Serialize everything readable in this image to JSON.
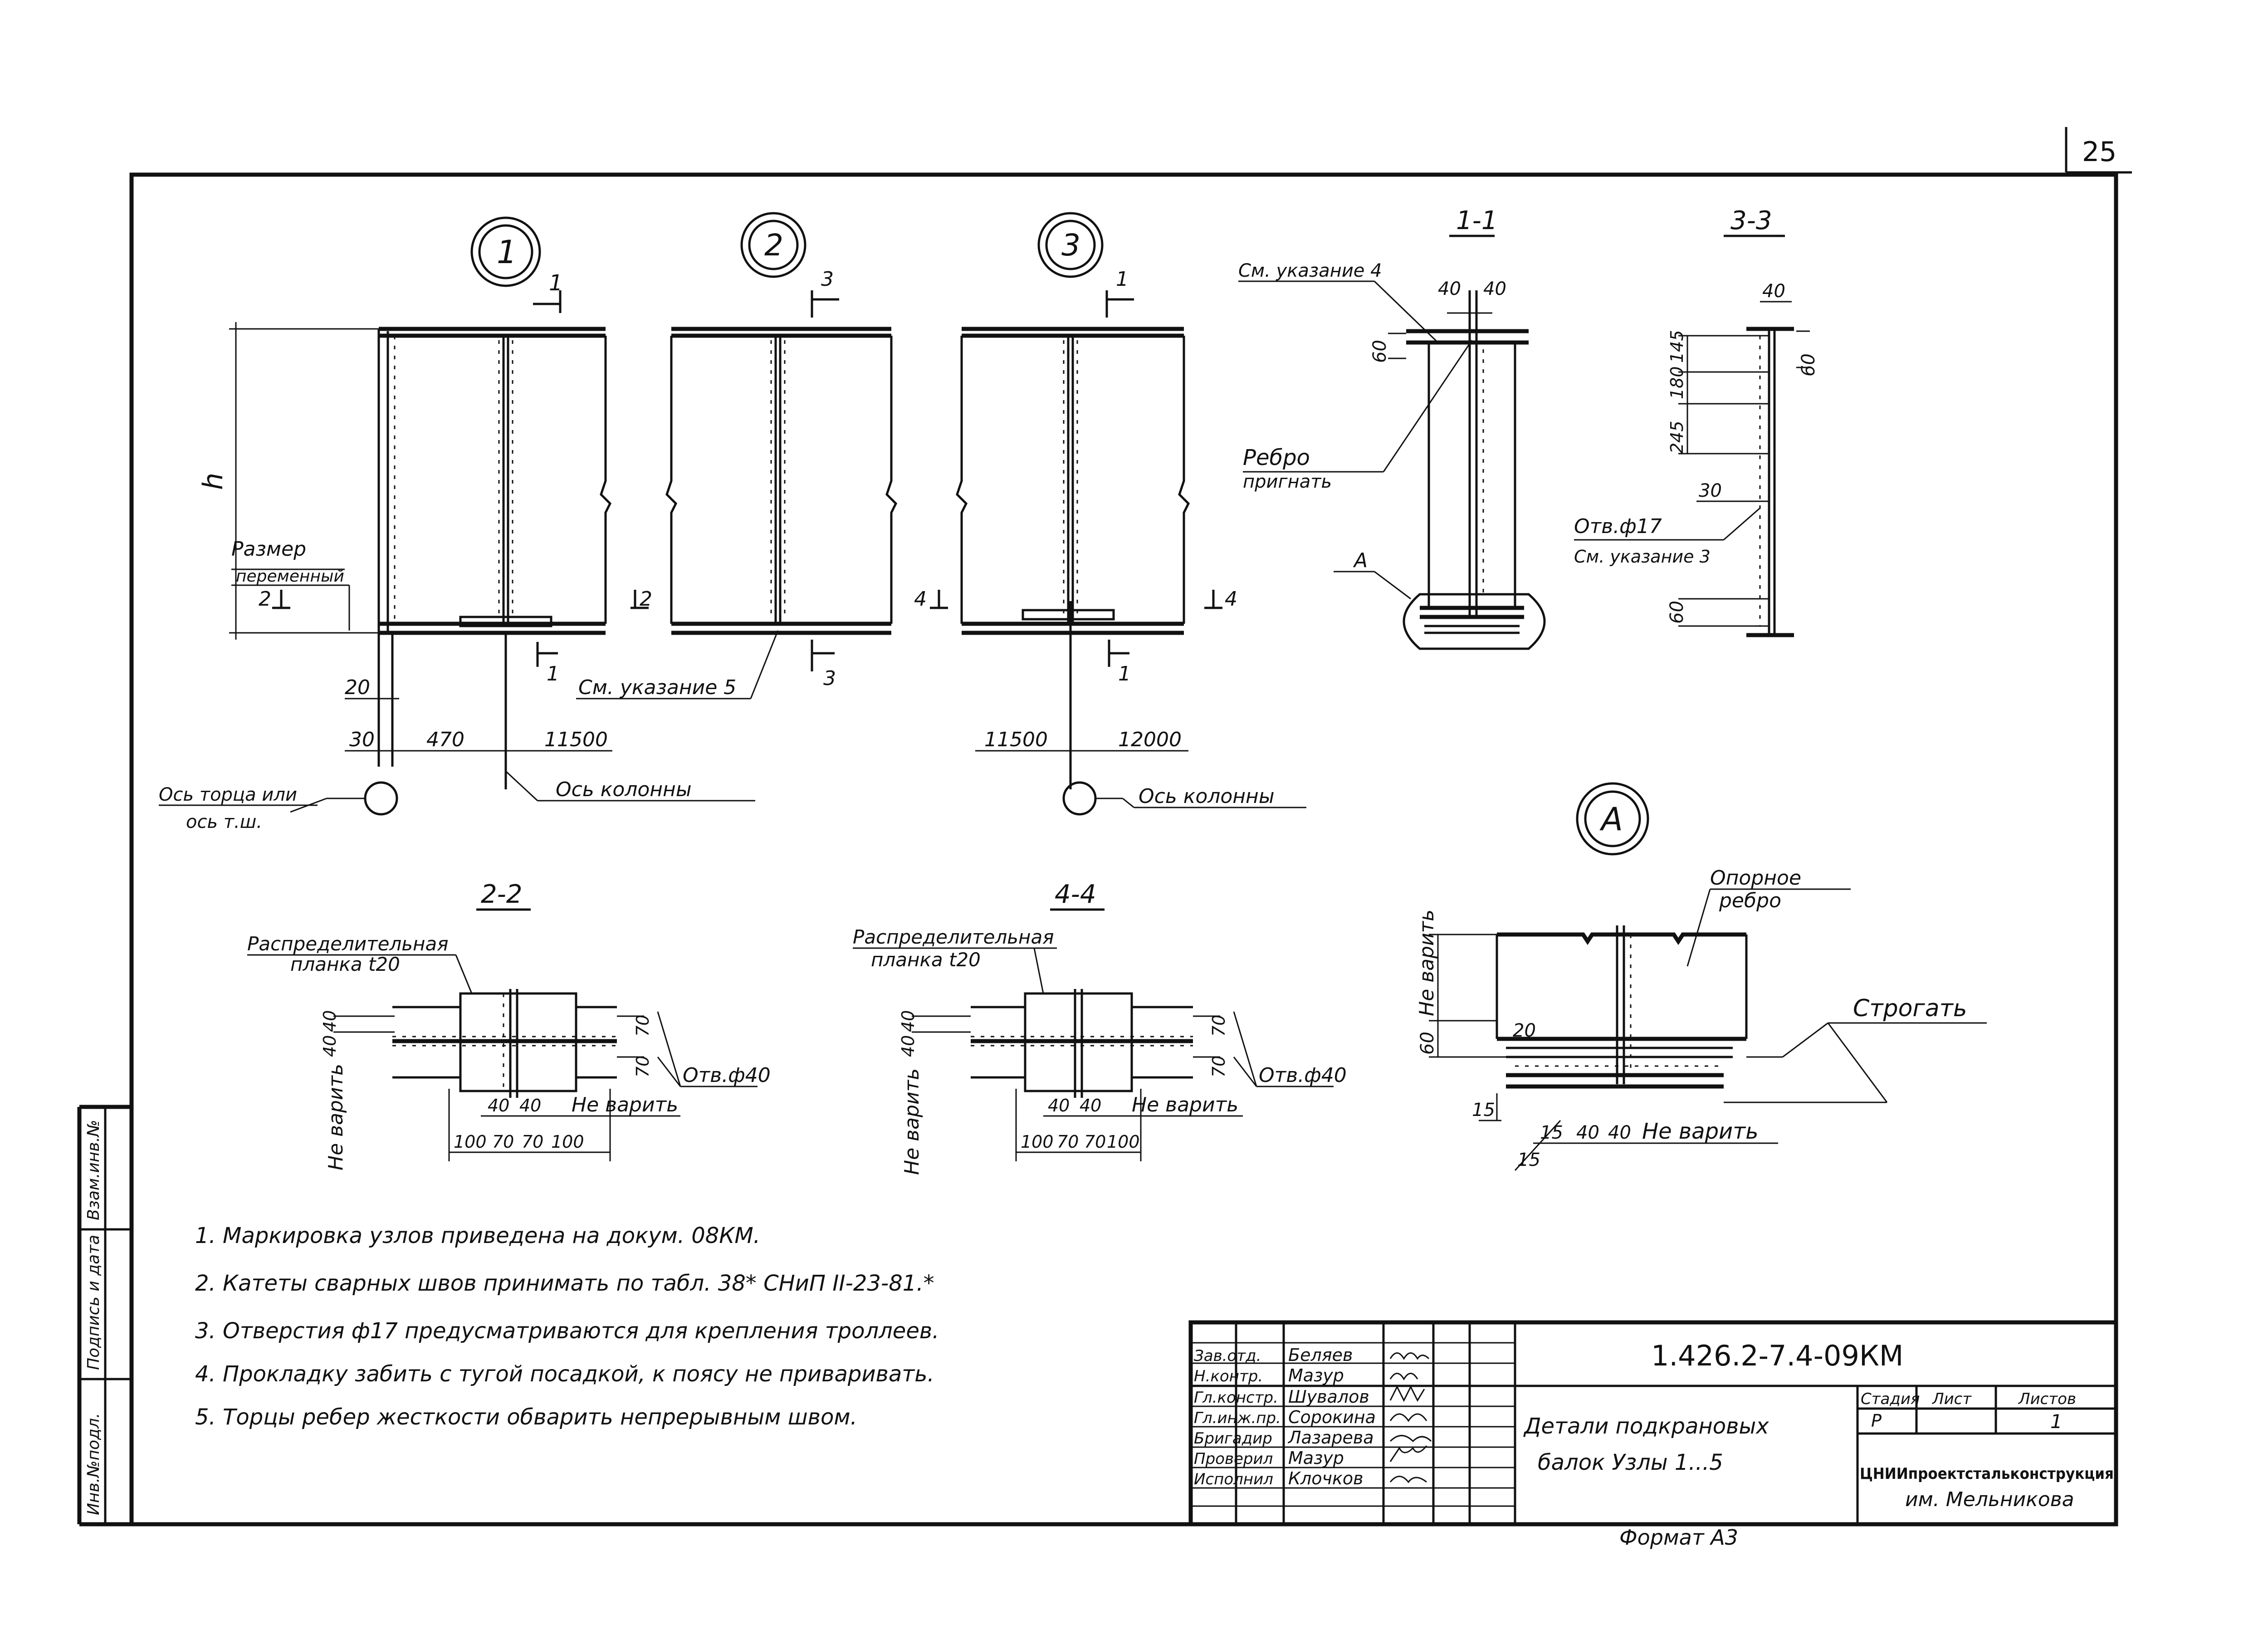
{
  "page_number": "25",
  "nodes": {
    "node1": "1",
    "node2": "2",
    "node3": "3",
    "nodeA": "А"
  },
  "cuts": {
    "c1_1": "1",
    "c1_2": "1",
    "c2": "2",
    "c2b": "2",
    "c3_1": "3",
    "c3_2": "3",
    "c4": "4",
    "c4b": "4",
    "c5_1": "1",
    "c5_2": "1"
  },
  "sections": {
    "s11": "1-1",
    "s33": "3-3",
    "s22": "2-2",
    "s44": "4-4"
  },
  "labels": {
    "h": "h",
    "razmer1": "Размер",
    "razmer2": "переменный",
    "os_torca1": "Ось торца или",
    "os_torca2": "ось т.ш.",
    "os_kolonny1": "Ось колонны",
    "os_kolonny2": "Ось колонны",
    "sm5": "См. указание 5",
    "sm4": "См. указание 4",
    "sm3": "См. указание 3",
    "rebro1": "Ребро",
    "rebro2": "пригнать",
    "otv17": "Отв.ф17",
    "A_small": "А",
    "opornoe1": "Опорное",
    "opornoe2": "ребро",
    "strogat": "Строгать",
    "raspr1": "Распределительная",
    "raspr2": "планка t20",
    "raspr3": "Распределительная",
    "raspr4": "планка t20",
    "otv40a": "Отв.ф40",
    "otv40b": "Отв.ф40",
    "nevarit1": "Не варить",
    "nevarit2": "Не варить",
    "nevarit3": "Не варить",
    "nevarit4": "Не варить",
    "nevarit5": "Не варить",
    "nevarit6": "Не варить"
  },
  "dims": {
    "d20": "20",
    "d30": "30",
    "d470": "470",
    "d11500a": "11500",
    "d11500b": "11500",
    "d12000": "12000",
    "d40a": "40",
    "d40b": "40",
    "d60a": "60",
    "d40c": "40",
    "d245": "245",
    "d180": "180",
    "d145": "145",
    "d60b": "60",
    "d30b": "30",
    "d60c": "60",
    "d40d": "40",
    "d40e": "40",
    "d70a": "70",
    "d70b": "70",
    "d40f": "40",
    "d40g": "40",
    "d100a": "100",
    "d70c": "70",
    "d70d": "70",
    "d100b": "100",
    "d40h": "40",
    "d40i": "40",
    "d70e": "70",
    "d70f": "70",
    "d40j": "40",
    "d40k": "40",
    "d100c": "100",
    "d70g": "70",
    "d70h": "70",
    "d100d": "100",
    "d60d": "60",
    "d20b": "20",
    "d15a": "15",
    "d15b": "15",
    "d15c": "15",
    "d40l": "40",
    "d40m": "40"
  },
  "notes": [
    "1. Маркировка узлов приведена на докум. 08КМ.",
    "2. Катеты сварных швов принимать по табл. 38* СНиП II-23-81.*",
    "3. Отверстия ф17 предусматриваются для крепления троллеев.",
    "4. Прокладку забить с тугой посадкой, к поясу не приваривать.",
    "5. Торцы ребер жесткости обварить непрерывным швом."
  ],
  "side_stamp": [
    "Взам.инв.№",
    "Подпись и дата",
    "Инв.№подл."
  ],
  "title_block": {
    "code": "1.426.2-7.4-09КМ",
    "roles": [
      "Зав.отд.",
      "Н.контр.",
      "Гл.констр.",
      "Гл.инж.пр.",
      "Бригадир",
      "Проверил",
      "Исполнил"
    ],
    "names": [
      "Беляев",
      "Мазур",
      "Шувалов",
      "Сорокина",
      "Лазарева",
      "Мазур",
      "Клочков"
    ],
    "title1": "Детали подкрановых",
    "title2": "балок Узлы 1...5",
    "stadia_label": "Стадия",
    "list_label": "Лист",
    "listov_label": "Листов",
    "stadia": "Р",
    "listov": "1",
    "org1": "ЦНИИпроектстальконструкция",
    "org2": "им. Мельникова",
    "format": "Формат А3"
  }
}
